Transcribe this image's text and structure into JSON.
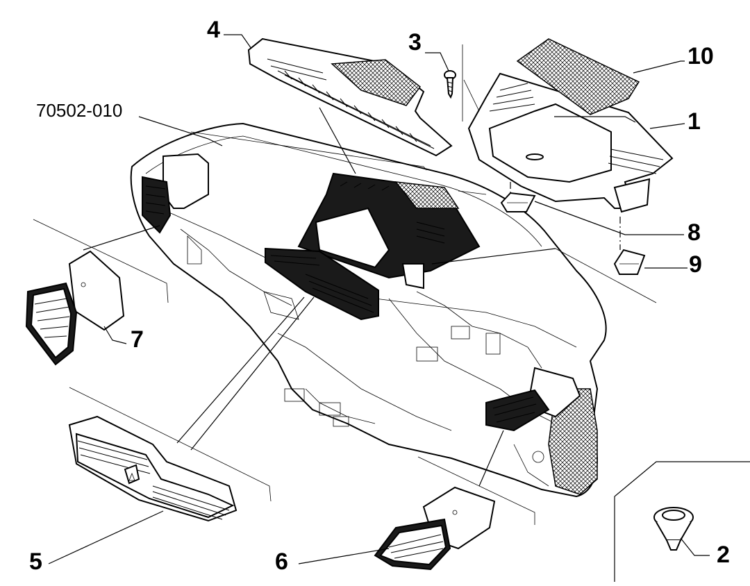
{
  "reference_code": "70502-010",
  "callouts": [
    "1",
    "2",
    "3",
    "4",
    "5",
    "6",
    "7",
    "8",
    "9",
    "10"
  ]
}
